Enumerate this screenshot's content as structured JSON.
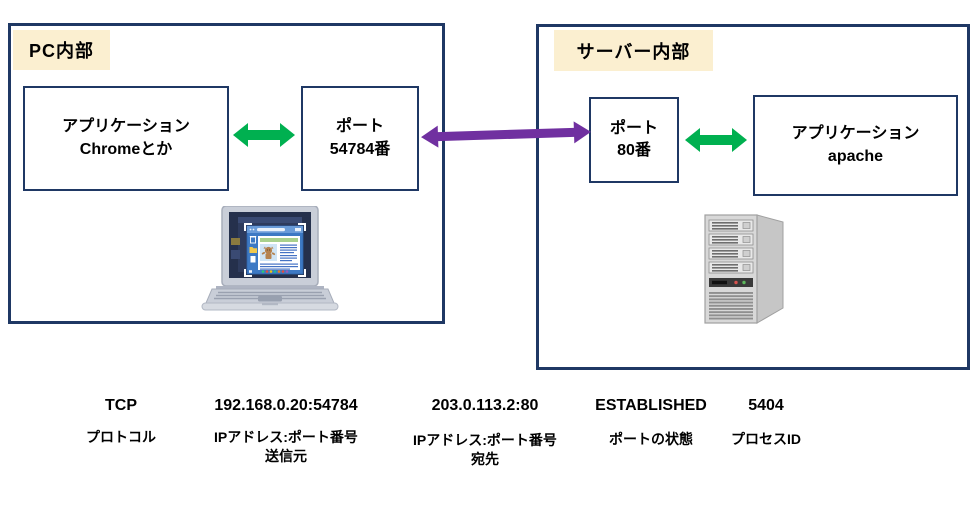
{
  "pc_section": {
    "title": "PC内部",
    "app_box": {
      "line1": "アプリケーション",
      "line2": "Chromeとか"
    },
    "port_box": {
      "line1": "ポート",
      "line2": "54784番"
    }
  },
  "server_section": {
    "title": "サーバー内部",
    "port_box": {
      "line1": "ポート",
      "line2": "80番"
    },
    "app_box": {
      "line1": "アプリケーション",
      "line2": "apache"
    }
  },
  "netstat_row": {
    "protocol": {
      "value": "TCP",
      "label": "プロトコル"
    },
    "source": {
      "value": "192.168.0.20:54784",
      "label": "IPアドレス:ポート番号",
      "sublabel": "送信元"
    },
    "destination": {
      "value": "203.0.113.2:80",
      "label": "IPアドレス:ポート番号",
      "sublabel": "宛先"
    },
    "state": {
      "value": "ESTABLISHED",
      "label": "ポートの状態"
    },
    "process": {
      "value": "5404",
      "label": "プロセスID"
    }
  },
  "icons": {
    "pc_internal_arrow": "green-double-headed-arrow",
    "server_internal_arrow": "green-double-headed-arrow",
    "network_arrow": "purple-double-headed-arrow",
    "pc_illustration": "laptop-with-screenshot-illustration",
    "server_illustration": "server-tower-illustration"
  },
  "colors": {
    "box_border": "#1F3864",
    "label_background": "#FBEFD0",
    "green_arrow": "#00B050",
    "purple_arrow": "#7030A0"
  }
}
